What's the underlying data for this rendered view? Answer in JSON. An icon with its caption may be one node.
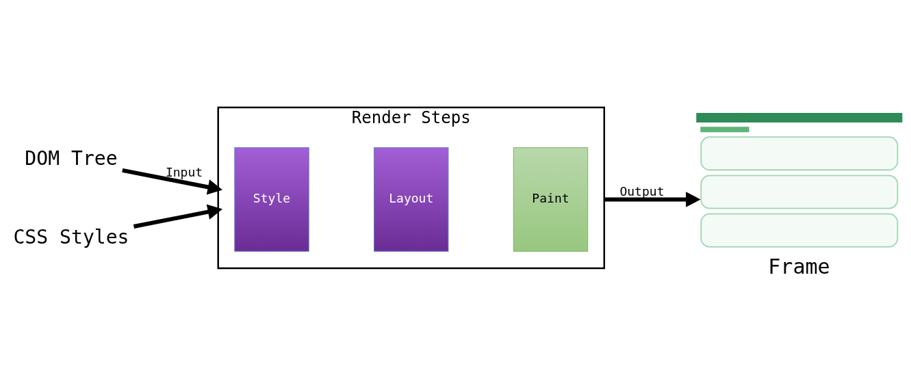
{
  "diagram": {
    "nodes": [
      {
        "text": [
          "DOM Tree"
        ]
      },
      {
        "text": [
          "CSS Styles"
        ]
      },
      {
        "text": [
          "Render Steps"
        ]
      },
      {
        "text": [
          "Style"
        ],
        "in": 2
      },
      {
        "text": [
          "Layout"
        ],
        "in": 2
      },
      {
        "text": [
          "Paint"
        ],
        "in": 2
      },
      {
        "text": [],
        "shape": "picture",
        "beside": [
          "Frame"
        ]
      }
    ],
    "edges": [
      {
        "from": 0,
        "to": 2,
        "arrow": "to",
        "label": "Input"
      },
      {
        "from": 1,
        "to": 2,
        "arrow": "to"
      },
      {
        "from": 2,
        "to": 6,
        "arrow": "to",
        "label": "Output"
      }
    ]
  }
}
